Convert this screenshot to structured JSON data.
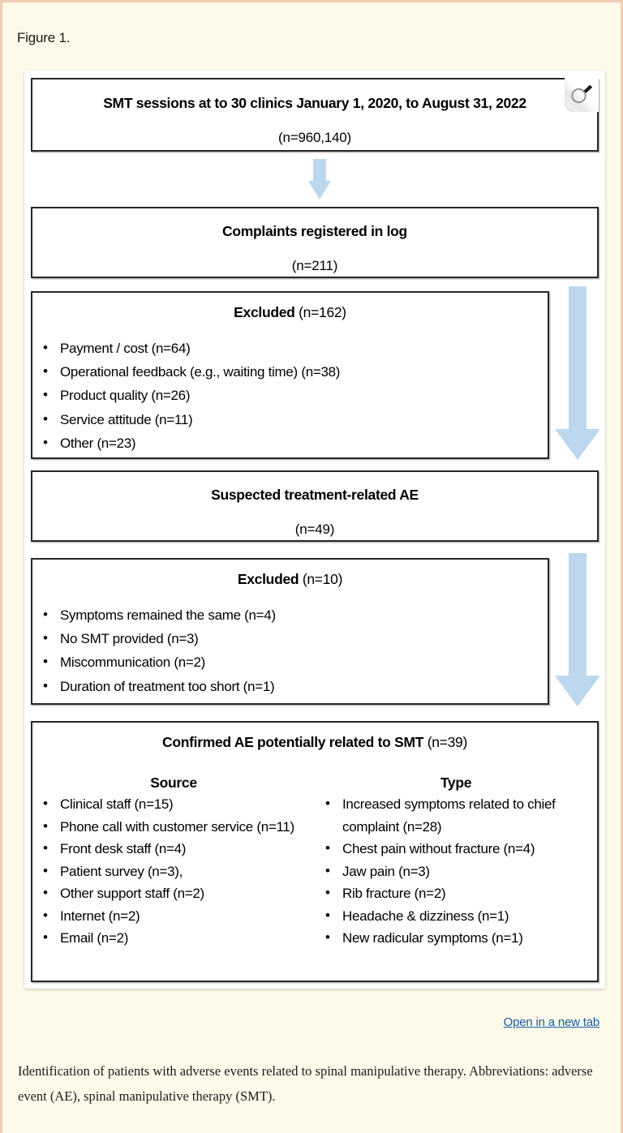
{
  "figure": {
    "label": "Figure 1.",
    "zoom_icon": "magnifier-icon",
    "open_link": "Open in a new tab",
    "caption": "Identification of patients with adverse events related to spinal manipulative therapy. Abbreviations: adverse event (AE), spinal manipulative therapy (SMT).",
    "colors": {
      "page_background": "#fdfaea",
      "page_border": "#f0cdb4",
      "card_background": "#ffffff",
      "box_border": "#262626",
      "arrow": "#bdd7ee",
      "link": "#1a5aa8"
    }
  },
  "flow": {
    "box1": {
      "title": "SMT sessions at to 30 clinics January 1, 2020, to August 31, 2022",
      "count": "(n=960,140)"
    },
    "box2": {
      "title": "Complaints registered in log",
      "count": "(n=211)"
    },
    "excluded1": {
      "title": "Excluded",
      "count": "(n=162)",
      "items": [
        "Payment / cost (n=64)",
        "Operational feedback (e.g., waiting time) (n=38)",
        "Product quality (n=26)",
        "Service attitude (n=11)",
        "Other (n=23)"
      ]
    },
    "box3": {
      "title": "Suspected treatment-related AE",
      "count": "(n=49)"
    },
    "excluded2": {
      "title": "Excluded",
      "count": "(n=10)",
      "items": [
        "Symptoms remained the same (n=4)",
        "No SMT provided (n=3)",
        "Miscommunication (n=2)",
        "Duration of treatment too short (n=1)"
      ]
    },
    "box4": {
      "title": "Confirmed AE potentially related to SMT",
      "count": "(n=39)",
      "source": {
        "heading": "Source",
        "items": [
          "Clinical staff (n=15)",
          "Phone call with customer service (n=11)",
          "Front desk staff (n=4)",
          "Patient survey (n=3),",
          "Other support staff (n=2)",
          "Internet (n=2)",
          "Email (n=2)"
        ]
      },
      "type": {
        "heading": "Type",
        "items": [
          "Increased symptoms related to chief complaint (n=28)",
          "Chest pain without fracture (n=4)",
          "Jaw pain (n=3)",
          "Rib fracture (n=2)",
          "Headache & dizziness (n=1)",
          "New radicular symptoms (n=1)"
        ]
      }
    }
  }
}
